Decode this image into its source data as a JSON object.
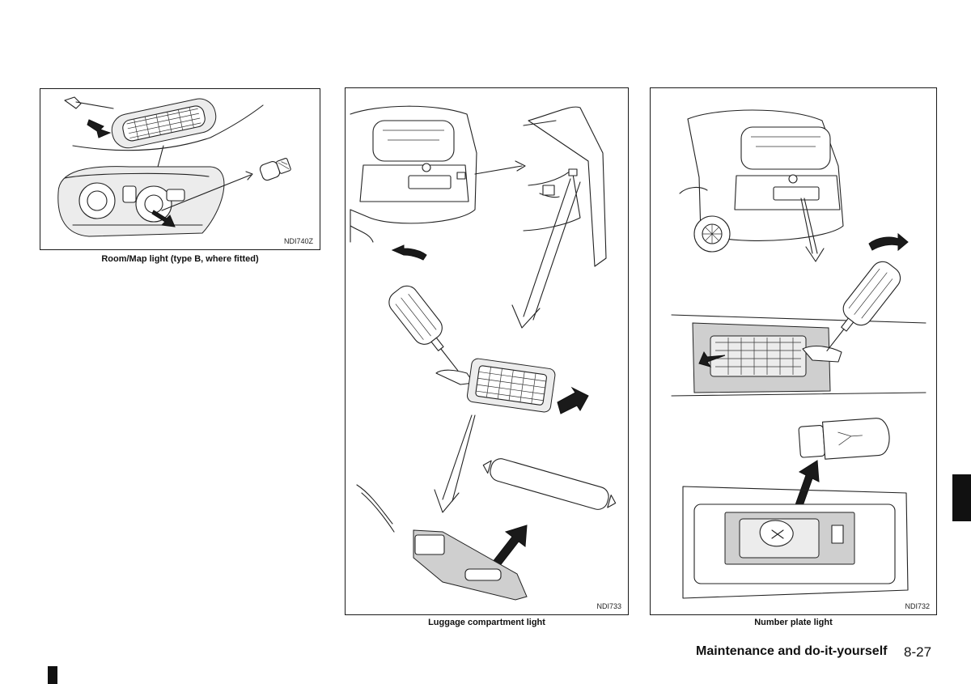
{
  "figures": [
    {
      "id": "NDI740Z",
      "caption": "Room/Map light (type B, where fitted)"
    },
    {
      "id": "NDI733",
      "caption": "Luggage compartment light"
    },
    {
      "id": "NDI732",
      "caption": "Number plate light"
    }
  ],
  "footer": {
    "section_title": "Maintenance and do-it-yourself",
    "page_number": "8-27"
  }
}
